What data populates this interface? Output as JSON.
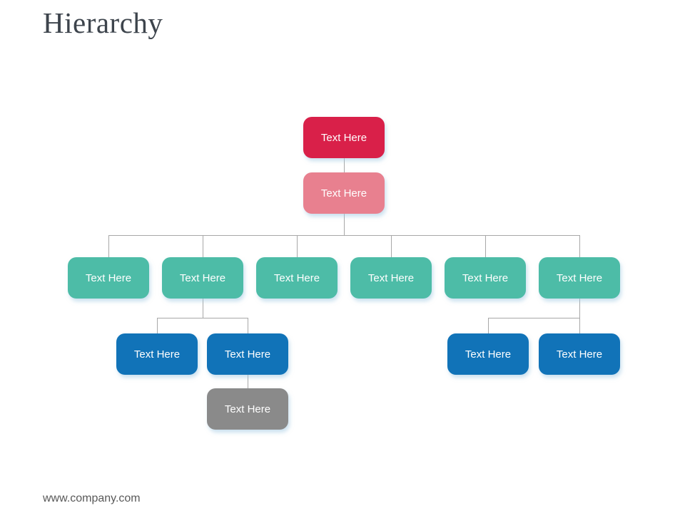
{
  "slide": {
    "title": "Hierarchy",
    "footer": "www.company.com"
  },
  "colors": {
    "root": "#d92049",
    "level2": "#e8808f",
    "level3": "#4dbca7",
    "level4": "#1173b8",
    "level5": "#8a8a8a",
    "connector": "#a8a8a8",
    "title_text": "#3d444c",
    "footer_text": "#595959",
    "node_text": "#ffffff"
  },
  "nodes": {
    "root": {
      "label": "Text Here"
    },
    "level2": {
      "label": "Text Here"
    },
    "level3": [
      {
        "label": "Text Here"
      },
      {
        "label": "Text Here"
      },
      {
        "label": "Text Here"
      },
      {
        "label": "Text Here"
      },
      {
        "label": "Text Here"
      },
      {
        "label": "Text Here"
      }
    ],
    "level4": [
      {
        "label": "Text Here"
      },
      {
        "label": "Text Here"
      },
      {
        "label": "Text Here"
      },
      {
        "label": "Text Here"
      }
    ],
    "level5": {
      "label": "Text Here"
    }
  }
}
